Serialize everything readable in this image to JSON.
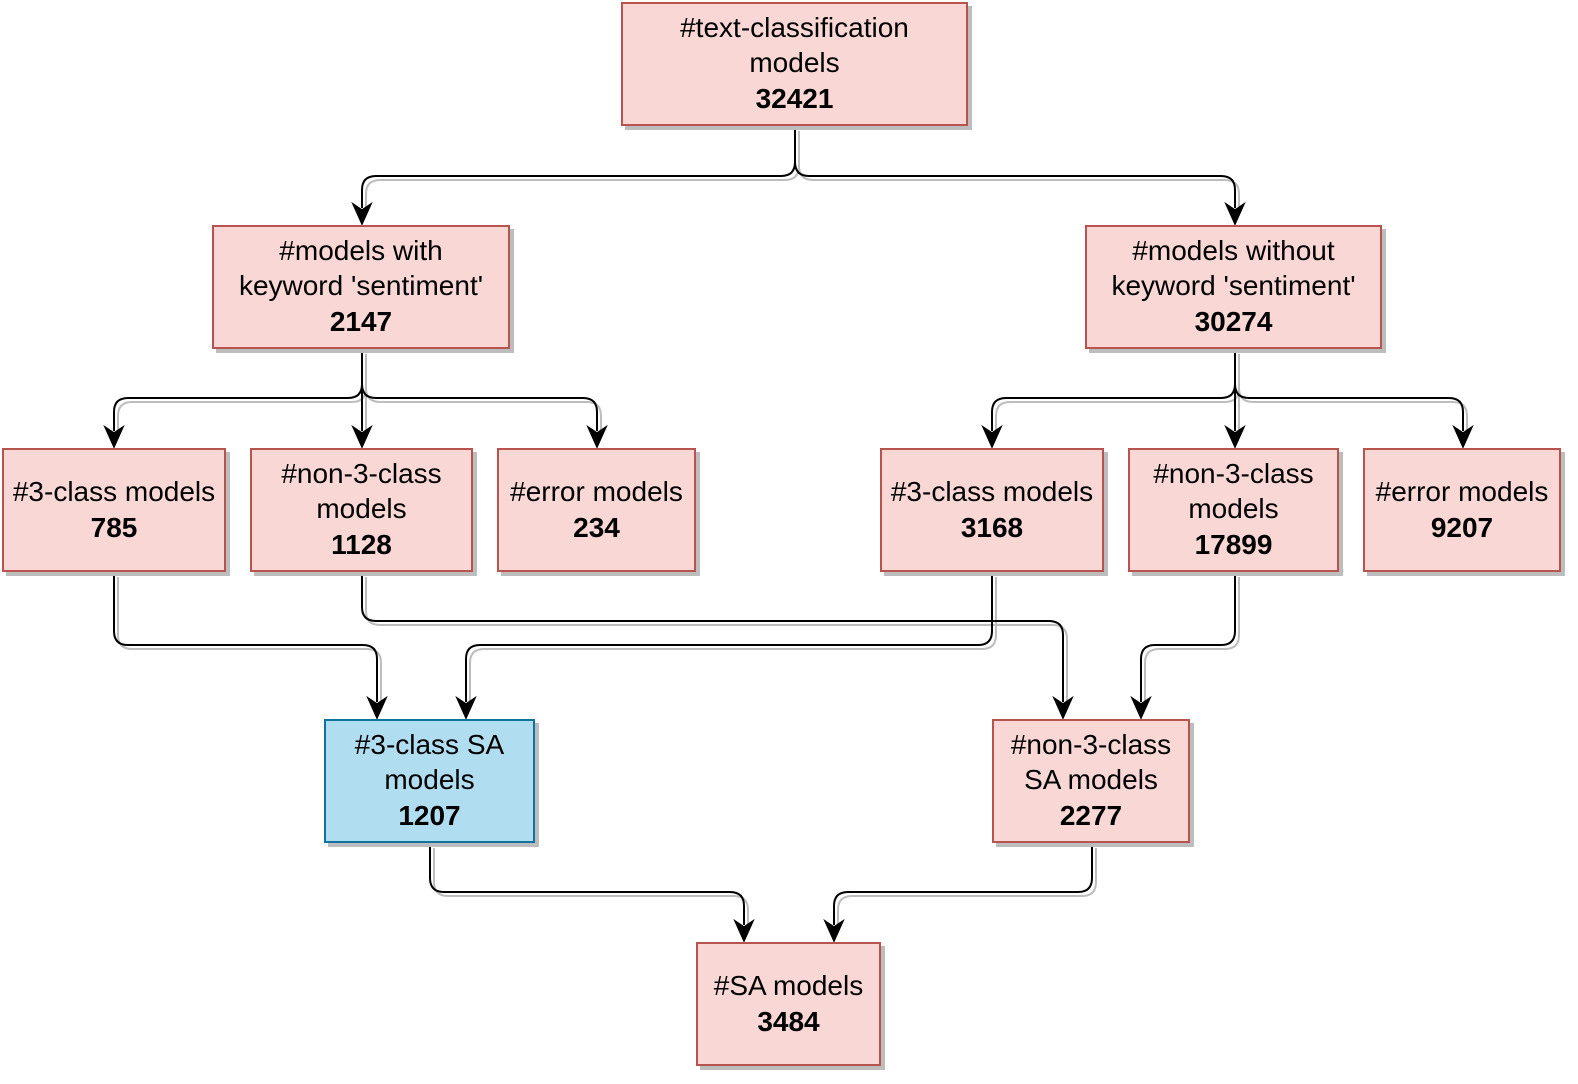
{
  "colors": {
    "node_fill": "#f8d7d4",
    "node_stroke": "#b85450",
    "highlight_fill": "#b1ddf0",
    "highlight_stroke": "#10739e",
    "edge": "#000000"
  },
  "nodes": {
    "root": {
      "label": "#text-classification\nmodels",
      "count": "32421"
    },
    "with_keyword": {
      "label": "#models with\nkeyword 'sentiment'",
      "count": "2147"
    },
    "without_keyword": {
      "label": "#models without\nkeyword 'sentiment'",
      "count": "30274"
    },
    "with_3class": {
      "label": "#3-class models",
      "count": "785"
    },
    "with_non3class": {
      "label": "#non-3-class\nmodels",
      "count": "1128"
    },
    "with_error": {
      "label": "#error models",
      "count": "234"
    },
    "without_3class": {
      "label": "#3-class models",
      "count": "3168"
    },
    "without_non3class": {
      "label": "#non-3-class\nmodels",
      "count": "17899"
    },
    "without_error": {
      "label": "#error models",
      "count": "9207"
    },
    "sa_3class": {
      "label": "#3-class SA\nmodels",
      "count": "1207"
    },
    "sa_non3class": {
      "label": "#non-3-class\nSA models",
      "count": "2277"
    },
    "sa_total": {
      "label": "#SA models",
      "count": "3484"
    }
  },
  "edges": [
    {
      "from": "root",
      "to": "with_keyword"
    },
    {
      "from": "root",
      "to": "without_keyword"
    },
    {
      "from": "with_keyword",
      "to": "with_3class"
    },
    {
      "from": "with_keyword",
      "to": "with_non3class"
    },
    {
      "from": "with_keyword",
      "to": "with_error"
    },
    {
      "from": "without_keyword",
      "to": "without_3class"
    },
    {
      "from": "without_keyword",
      "to": "without_non3class"
    },
    {
      "from": "without_keyword",
      "to": "without_error"
    },
    {
      "from": "with_3class",
      "to": "sa_3class"
    },
    {
      "from": "without_3class",
      "to": "sa_3class"
    },
    {
      "from": "with_non3class",
      "to": "sa_non3class"
    },
    {
      "from": "without_non3class",
      "to": "sa_non3class"
    },
    {
      "from": "sa_3class",
      "to": "sa_total"
    },
    {
      "from": "sa_non3class",
      "to": "sa_total"
    }
  ]
}
